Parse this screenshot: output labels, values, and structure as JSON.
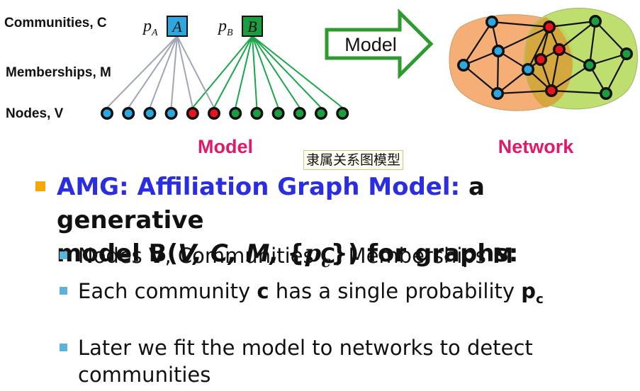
{
  "diagram": {
    "labels": {
      "communities": "Communities, C",
      "memberships": "Memberships, M",
      "nodes": "Nodes, V"
    },
    "p_a": {
      "letter": "p",
      "subscript": "A"
    },
    "p_b": {
      "letter": "p",
      "subscript": "B"
    },
    "box_a": "A",
    "box_b": "B",
    "model_caption": "Model",
    "network_caption": "Network",
    "arrow_label": "Model",
    "chinese_caption": "隶属关系图模型",
    "colors": {
      "community_a": "#2ea7e0",
      "community_b": "#1a9e3f",
      "overlap": "#e8141c",
      "edge_a": "#a0a6b6",
      "edge_b": "#1aa64a",
      "region_a": "#f5ae75",
      "region_b": "#b7dc61",
      "arrow": "#2f9a2f",
      "highlight": "#e0196b"
    },
    "nodes": [
      "A",
      "A",
      "A",
      "A",
      "AB",
      "AB",
      "B",
      "B",
      "B",
      "B",
      "B",
      "B"
    ]
  },
  "main_bullet": {
    "title": "AMG: Affiliation Graph Model:",
    "rest_1": " a generative",
    "line2_prefix": "model B(",
    "line2_params": "V, C, M,",
    "brace_open": " {",
    "p": "p",
    "c": "c",
    "brace_close": "})",
    "line2_suffix": " for graphs:"
  },
  "sub_bullets": {
    "s1": {
      "t1": "Nodes ",
      "b1": "V",
      "t2": ", Communities ",
      "b2": "C",
      "t3": ", Memberships ",
      "b3": "M"
    },
    "s2": {
      "t1": "Each community ",
      "b1": "c",
      "t2": " has a single probability ",
      "p": "p",
      "c": "c"
    },
    "s3": {
      "line1": "Later we fit the model to networks to detect",
      "line2": "communities"
    }
  }
}
